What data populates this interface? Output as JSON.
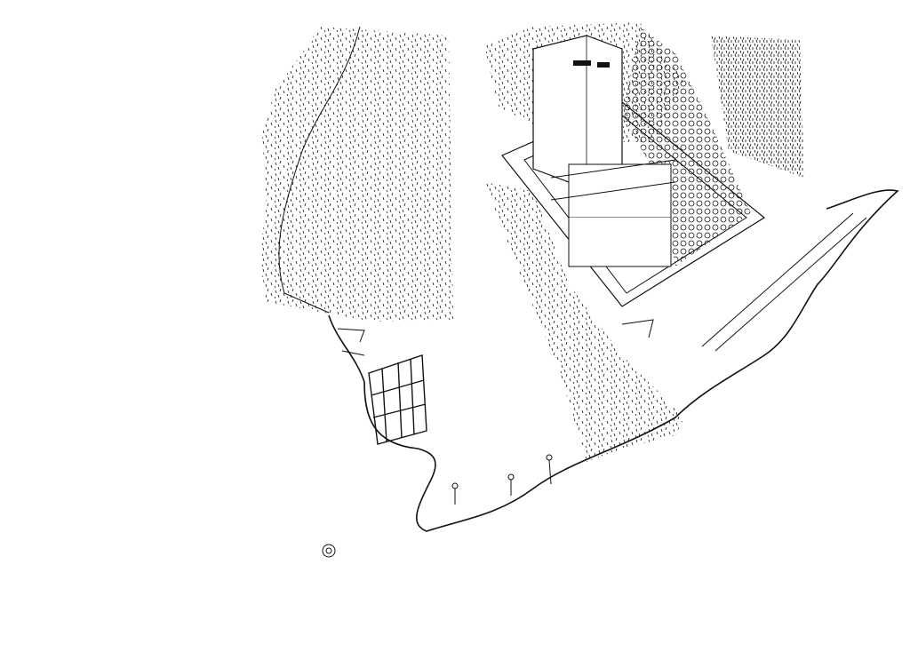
{
  "colors": {
    "paper": "#ffffff",
    "ink": "#111111"
  },
  "scene": {
    "regions": [
      "left-forest",
      "middle-forest",
      "top-right-forest",
      "tower",
      "crowd",
      "walled-courtyard",
      "peninsula",
      "scaffold"
    ]
  }
}
